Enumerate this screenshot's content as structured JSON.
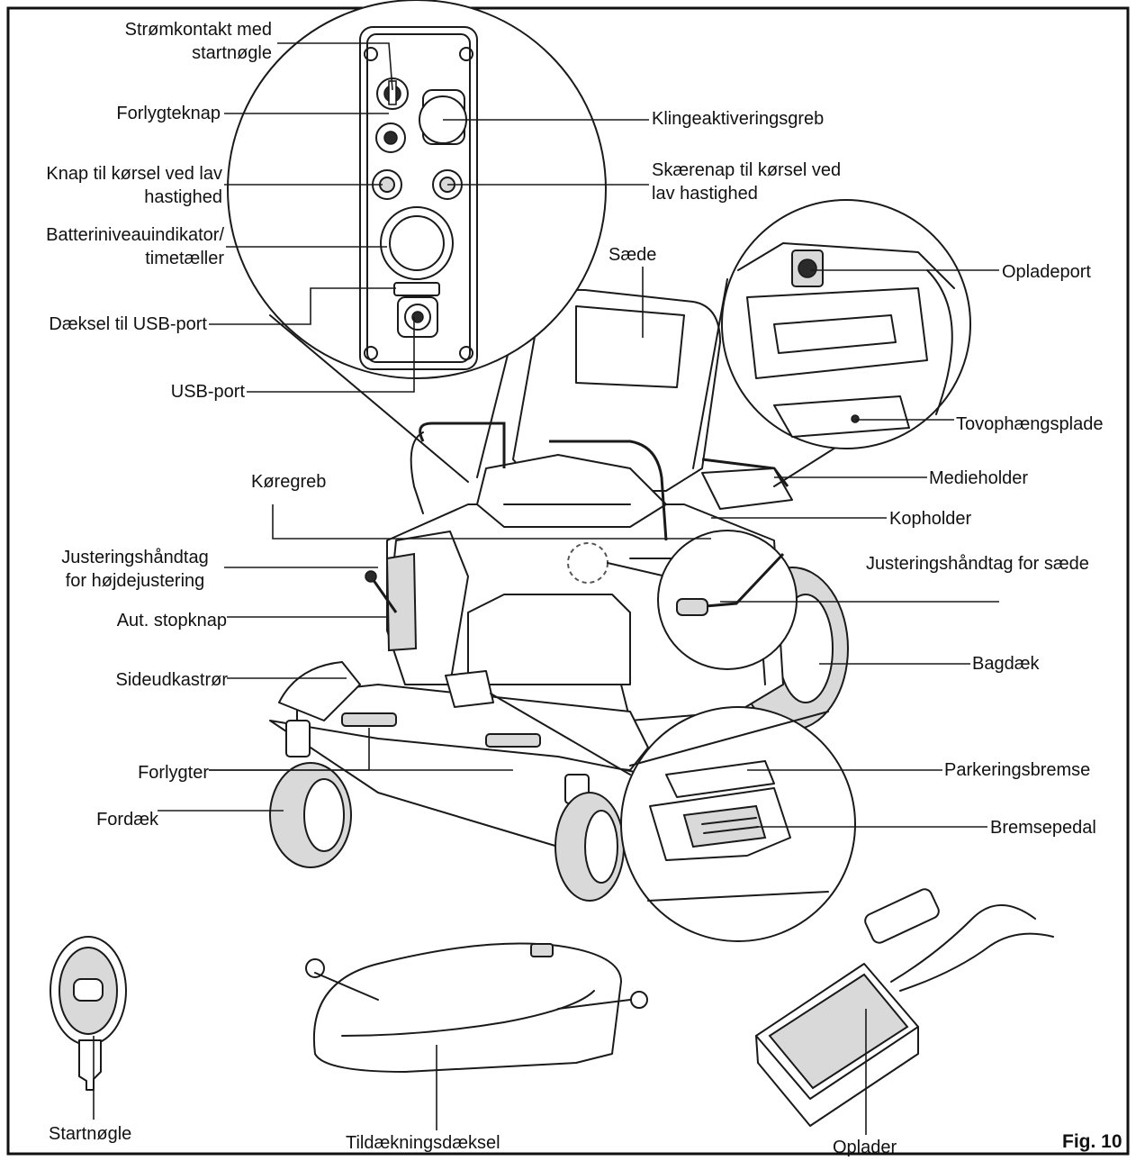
{
  "figure_label": "Fig. 10",
  "labels": {
    "ignition_switch": [
      "Strømkontakt med",
      "startnøgle"
    ],
    "headlight_button": "Forlygteknap",
    "low_speed_drive_button": [
      "Knap til kørsel ved lav",
      "hastighed"
    ],
    "battery_indicator": [
      "Batteriniveauindikator/",
      "timetæller"
    ],
    "usb_cover": "Dæksel til USB-port",
    "usb_port": "USB-port",
    "blade_lever": "Klingeaktiveringsgreb",
    "low_speed_cut_button": [
      "Skærenap til kørsel ved",
      "lav hastighed"
    ],
    "seat": "Sæde",
    "charging_port": "Opladeport",
    "tow_plate": "Tovophængsplade",
    "drive_lever": "Køregreb",
    "media_holder": "Medieholder",
    "cup_holder": "Kopholder",
    "height_lever": [
      "Justeringshåndtag",
      "for højdejustering"
    ],
    "seat_lever": "Justeringshåndtag for sæde",
    "auto_stop": "Aut. stopknap",
    "rear_tire": "Bagdæk",
    "side_discharge": "Sideudkastrør",
    "headlights": "Forlygter",
    "parking_brake": "Parkeringsbremse",
    "front_tire": "Fordæk",
    "brake_pedal": "Bremsepedal",
    "start_key": "Startnøgle",
    "cover": "Tildækningsdæksel",
    "charger": "Oplader"
  }
}
